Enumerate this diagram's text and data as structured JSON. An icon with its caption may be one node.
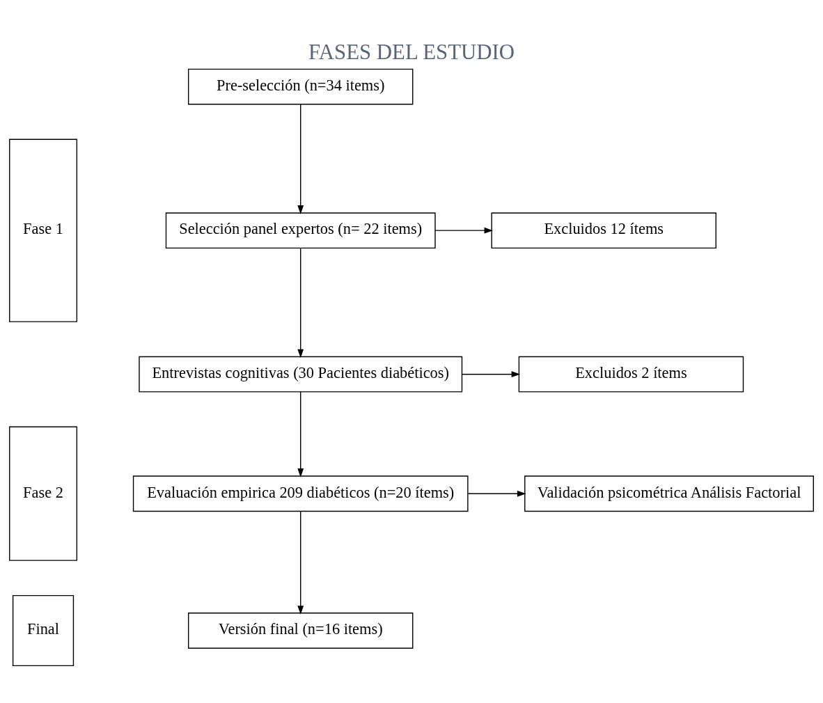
{
  "diagram": {
    "title": "FASES DEL ESTUDIO",
    "nodes": [
      {
        "text": [
          "Fase 1"
        ]
      },
      {
        "text": [
          "Pre-selección (n=34 items)"
        ]
      },
      {
        "text": [
          "Selección panel expertos (n= 22 items)"
        ]
      },
      {
        "text": [
          "Excluidos 12 ítems"
        ]
      },
      {
        "text": [
          "Entrevistas cognitivas (30 Pacientes diabéticos)"
        ]
      },
      {
        "text": [
          "Excluidos 2 ítems"
        ]
      },
      {
        "text": [
          "Fase 2"
        ]
      },
      {
        "text": [
          "Evaluación empirica 209 diabéticos (n=20 ítems)"
        ]
      },
      {
        "text": [
          "Validación psicométrica Análisis Factorial"
        ]
      },
      {
        "text": [
          "Final"
        ]
      },
      {
        "text": [
          "Versión final (n=16 items)"
        ]
      }
    ],
    "edges": [
      {
        "from": 1,
        "to": 2,
        "arrow": "to"
      },
      {
        "from": 2,
        "to": 3,
        "arrow": "to"
      },
      {
        "from": 2,
        "to": 4,
        "arrow": "to"
      },
      {
        "from": 4,
        "to": 5,
        "arrow": "to"
      },
      {
        "from": 4,
        "to": 7,
        "arrow": "to"
      },
      {
        "from": 7,
        "to": 8,
        "arrow": "to"
      },
      {
        "from": 7,
        "to": 10,
        "arrow": "to"
      }
    ]
  }
}
